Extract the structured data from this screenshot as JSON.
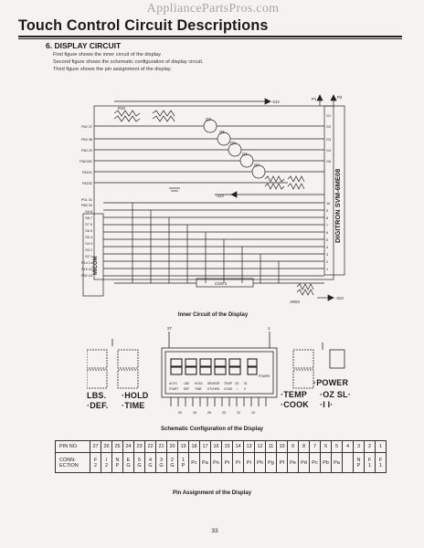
{
  "watermark": "AppliancePartsPros.com",
  "page_title": "Touch Control Circuit Descriptions",
  "section": {
    "heading": "6. DISPLAY CIRCUIT",
    "lines": [
      "First figure shows the inner circuit of the display.",
      "Second figure shows the schematic configuration of display circuit.",
      "Third figure shows the pin assignment of the display."
    ]
  },
  "circuit": {
    "supply": "-31V",
    "res": "R10",
    "ic_right": "DIGITRON SVM-6ME08",
    "ic_left": "MICOM",
    "p1": "P1",
    "p2": "P2",
    "conn": "CON 3",
    "bottom_v": "-31V",
    "mid_v": "-31V",
    "array": "AR03",
    "left_pins": [
      "P82 37",
      "P83 38",
      "P80 29",
      "P8213D",
      "P8221",
      "P8232",
      "P01 31",
      "P80 30",
      "S9 8",
      "S8 7",
      "S7 6",
      "S6 5",
      "S5 4",
      "S4 3",
      "S3 2",
      "S2 1",
      "P14 14",
      "P15 15",
      "P52 16"
    ],
    "right_pins": [
      "G1",
      "G2",
      "G3",
      "G4",
      "G5",
      "10",
      "9",
      "8",
      "7",
      "6",
      "5",
      "4",
      "3",
      "2",
      "1"
    ],
    "transistors": [
      "Q3",
      "Q5",
      "Q2",
      "Q1",
      "Q4"
    ]
  },
  "captions": {
    "inner": "Inner Circuit of the Display",
    "schematic": "Schematic Configuration of the Display",
    "pins": "Pin Assignment of the Display"
  },
  "display": {
    "pin_left": "27",
    "pin_right": "1",
    "labels_left": [
      "LBS.",
      "·HOLD",
      "·DEF.",
      "·TIME"
    ],
    "labels_right": [
      "·POWER",
      "·TEMP",
      "·OZ SL·",
      "·COOK",
      "·I I·"
    ],
    "small_labels_top": [
      "AUTO",
      "LBS",
      "HOLD",
      "SENSOR",
      "TEMP",
      "OZ",
      "SL"
    ],
    "small_labels_bot": [
      "START",
      "DEF",
      "TIME",
      "KTCHEN",
      "COOK",
      "I",
      "II"
    ],
    "power_small": "POWER",
    "bottom_numbers": [
      "20",
      "18",
      "26",
      "20",
      "32",
      "10"
    ]
  },
  "pin_table": {
    "row1_header": "PIN NO.",
    "row2_header": "CONN-\nECTION",
    "pins": [
      "27",
      "26",
      "25",
      "24",
      "23",
      "22",
      "21",
      "20",
      "19",
      "18",
      "17",
      "16",
      "15",
      "14",
      "13",
      "12",
      "11",
      "10",
      "9",
      "8",
      "7",
      "6",
      "5",
      "4",
      "3",
      "2",
      "1"
    ],
    "connections": [
      "F\n2",
      "I\n2",
      "N\nP",
      "E\nG",
      "5\nG",
      "4\nG",
      "3\nG",
      "2\nG",
      "1\nP",
      "Pc",
      "Pa",
      "Pn",
      "Pt",
      "Pi",
      "Pi",
      "Ph",
      "Pg",
      "Pf",
      "Pe",
      "Pd",
      "Pc",
      "Pb",
      "Pa",
      "",
      "N\nP",
      "F\n1",
      "F\n1"
    ]
  },
  "page_number": "33"
}
